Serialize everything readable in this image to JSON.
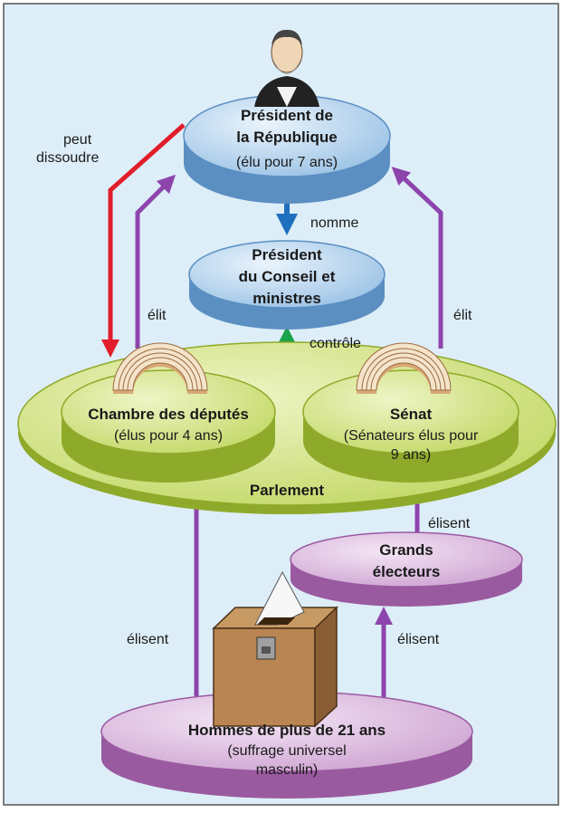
{
  "president": {
    "title_line1": "Président de",
    "title_line2": "la République",
    "term": "(élu pour 7 ans)"
  },
  "conseil": {
    "line1": "Président",
    "line2": "du Conseil et",
    "line3": "ministres"
  },
  "chambre": {
    "title": "Chambre des députés",
    "term": "(élus pour 4 ans)"
  },
  "senat": {
    "title": "Sénat",
    "term_line1": "(Sénateurs élus pour",
    "term_line2": "9 ans)"
  },
  "parlement": {
    "label": "Parlement"
  },
  "grands_electeurs": {
    "line1": "Grands",
    "line2": "électeurs"
  },
  "hommes": {
    "title": "Hommes de plus de 21 ans",
    "line2": "(suffrage universel",
    "line3": "masculin)"
  },
  "arrows": {
    "nomme": "nomme",
    "controle": "contrôle",
    "elit_left": "élit",
    "elit_right": "élit",
    "peut_line1": "peut",
    "peut_line2": "dissoudre",
    "elisent_left": "élisent",
    "elisent_right": "élisent",
    "elisent_senat": "élisent"
  },
  "colors": {
    "background": "#ddeef8",
    "border": "#555555",
    "blue_disk_top": "#bcd9ef",
    "blue_disk_side": "#5b8fc2",
    "green_disk_top": "#d6e68c",
    "green_disk_side": "#8faa2a",
    "purple_disk_top": "#e2c8e4",
    "purple_disk_side": "#9a5aa0",
    "arrow_blue": "#1f6fbf",
    "arrow_green": "#1aa34a",
    "arrow_purple": "#8e44ad",
    "arrow_red": "#e21d2b"
  }
}
